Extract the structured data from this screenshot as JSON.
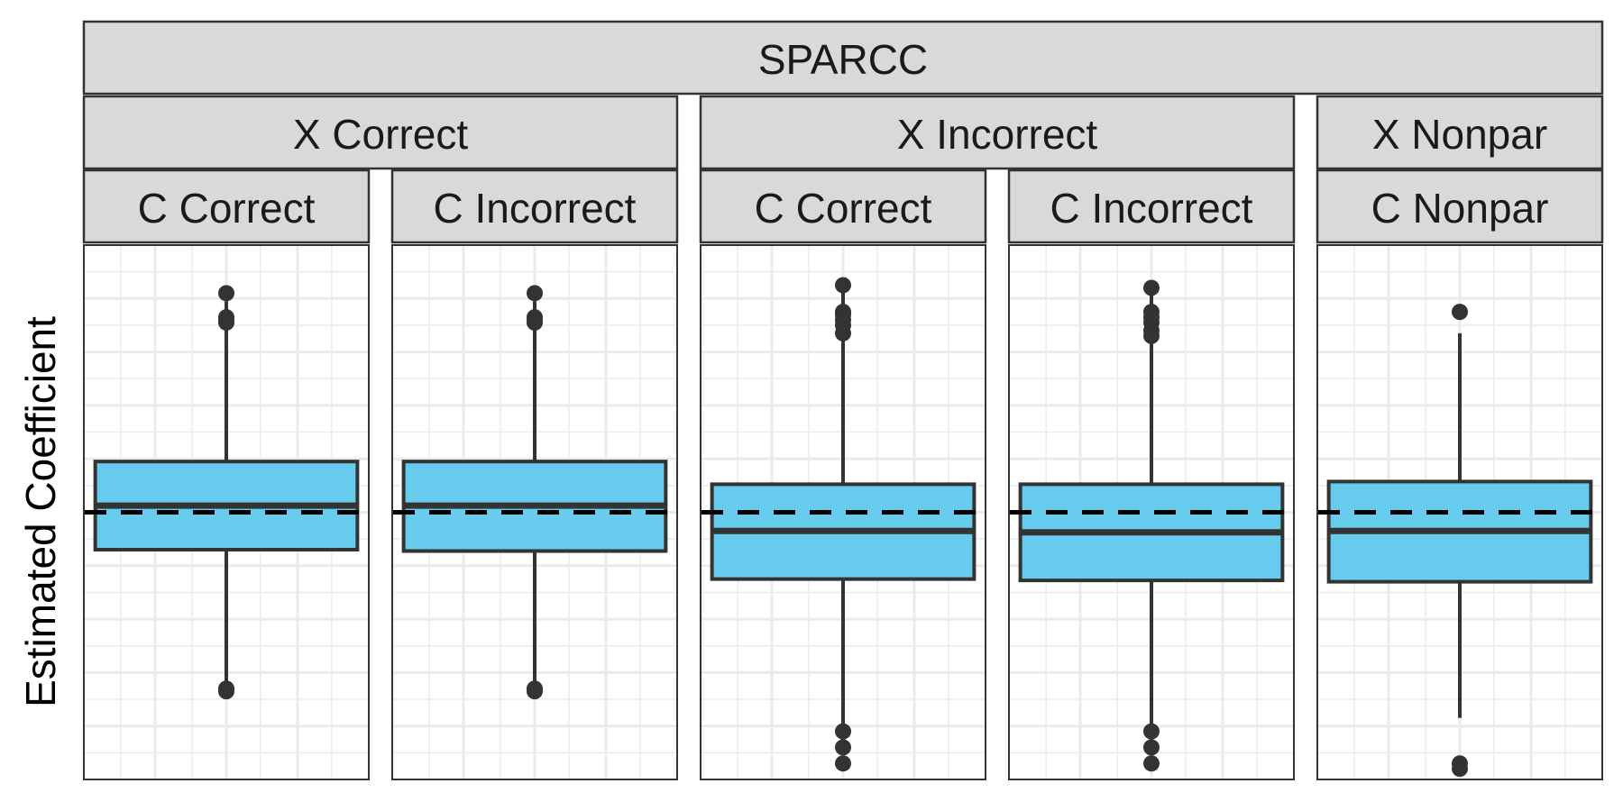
{
  "chart_data": {
    "type": "boxplot",
    "title": "",
    "ylabel": "Estimated Coefficient",
    "xlabel": "",
    "ylim": [
      -1.0,
      1.0
    ],
    "reference_line": {
      "y": 0,
      "style": "dashed",
      "color": "#000000"
    },
    "fill_color": "#66cbec",
    "outline_color": "#333333",
    "strips": {
      "top": "SPARCC",
      "middle": [
        "X Correct",
        "X Incorrect",
        "X Nonpar"
      ],
      "bottom": [
        "C Correct",
        "C Incorrect",
        "C Correct",
        "C Incorrect",
        "C Nonpar"
      ]
    },
    "panels": [
      {
        "x_group": "X Correct",
        "c_group": "C Correct",
        "whisker_low": -0.66,
        "q1": -0.14,
        "median": 0.025,
        "q3": 0.19,
        "whisker_high": 0.79,
        "outliers": [
          0.82,
          0.73,
          0.72,
          0.71,
          -0.66,
          -0.67
        ]
      },
      {
        "x_group": "X Correct",
        "c_group": "C Incorrect",
        "whisker_low": -0.66,
        "q1": -0.145,
        "median": 0.025,
        "q3": 0.19,
        "whisker_high": 0.79,
        "outliers": [
          0.82,
          0.73,
          0.72,
          0.71,
          -0.66,
          -0.67
        ]
      },
      {
        "x_group": "X Incorrect",
        "c_group": "C Correct",
        "whisker_low": -0.82,
        "q1": -0.25,
        "median": -0.07,
        "q3": 0.105,
        "whisker_high": 0.85,
        "outliers": [
          0.85,
          0.75,
          0.74,
          0.72,
          0.7,
          0.67,
          -0.82,
          -0.88,
          -0.94
        ]
      },
      {
        "x_group": "X Incorrect",
        "c_group": "C Incorrect",
        "whisker_low": -0.82,
        "q1": -0.255,
        "median": -0.075,
        "q3": 0.105,
        "whisker_high": 0.84,
        "outliers": [
          0.84,
          0.75,
          0.73,
          0.71,
          0.68,
          0.66,
          -0.82,
          -0.88,
          -0.94
        ]
      },
      {
        "x_group": "X Nonpar",
        "c_group": "C Nonpar",
        "whisker_low": -0.77,
        "q1": -0.26,
        "median": -0.07,
        "q3": 0.115,
        "whisker_high": 0.67,
        "outliers": [
          0.75,
          -0.94,
          -0.96
        ]
      }
    ],
    "grid": true,
    "legend": "none"
  }
}
